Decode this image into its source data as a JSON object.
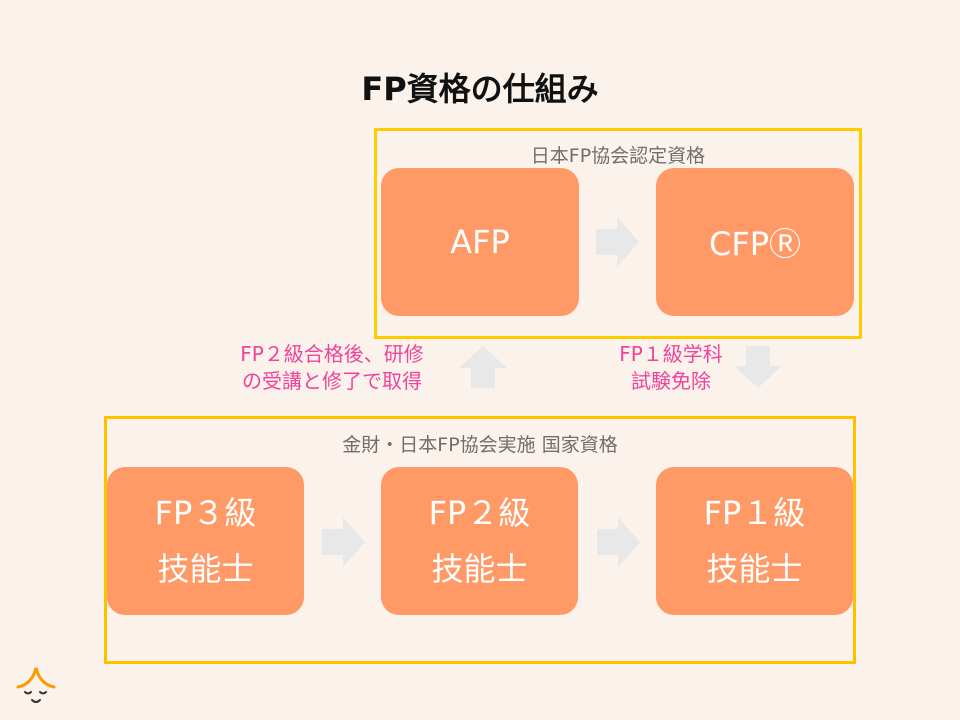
{
  "title": "FP資格の仕組み",
  "top_group": {
    "label": "日本FP協会認定資格",
    "boxes": [
      {
        "label": "AFP"
      },
      {
        "label": "CFPⓇ"
      }
    ]
  },
  "bottom_group": {
    "label": "金財・日本FP協会実施 国家資格",
    "boxes": [
      {
        "line1": "FP３級",
        "line2": "技能士"
      },
      {
        "line1": "FP２級",
        "line2": "技能士"
      },
      {
        "line1": "FP１級",
        "line2": "技能士"
      }
    ]
  },
  "notes": {
    "left_line1": "FP２級合格後、研修",
    "left_line2": "の受講と修了で取得",
    "right_line1": "FP１級学科",
    "right_line2": "試験免除"
  },
  "colors": {
    "background": "#FCF2EC",
    "box": "#FF9966",
    "frame": "#FFCC00",
    "note_text": "#F0449A",
    "arrow": "#E8E8E8",
    "group_label": "#6E6E6E"
  },
  "icons": {
    "arrow_right": "arrow-right-icon",
    "arrow_up": "arrow-up-icon",
    "arrow_down": "arrow-down-icon",
    "logo": "sleeping-face-logo-icon"
  }
}
